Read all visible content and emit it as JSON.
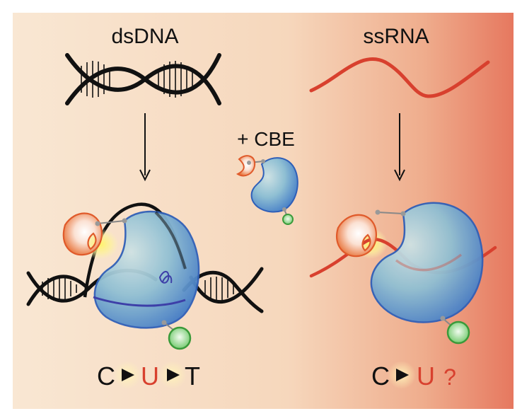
{
  "labels": {
    "left_title": "dsDNA",
    "right_title": "ssRNA",
    "center_label": "+ CBE",
    "left_c": "C",
    "left_u": "U",
    "left_t": "T",
    "right_c": "C",
    "right_u": "U",
    "right_q": "?"
  },
  "colors": {
    "background_left": "#f8e4cf",
    "background_right": "#e8826a",
    "dna_strand": "#111111",
    "rna_strand": "#d8402e",
    "protein_blue": "#6b9ec8",
    "protein_outline": "#2f5fb8",
    "deaminase_orange": "#e8743a",
    "tag_green": "#5fbf5a",
    "uracil_red": "#d8402e"
  }
}
